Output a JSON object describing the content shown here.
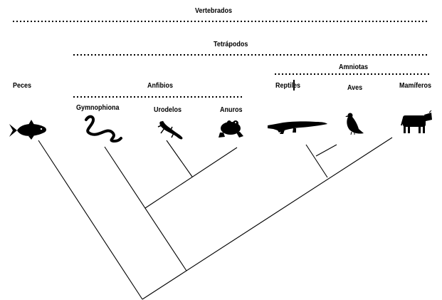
{
  "groups": {
    "vertebrados": "Vertebrados",
    "tetrapodos": "Tetrápodos",
    "amniotas": "Amniotas",
    "anfibios": "Anfibios"
  },
  "taxa": {
    "peces": "Peces",
    "gymnophiona": "Gymnophiona",
    "urodelos": "Urodelos",
    "anuros": "Anuros",
    "reptiles": "Reptiles",
    "aves": "Aves",
    "mamiferos": "Mamíferos"
  },
  "icons": [
    "fish-icon",
    "caecilian-icon",
    "salamander-icon",
    "frog-icon",
    "crocodile-icon",
    "bird-icon",
    "cow-icon"
  ],
  "colors": {
    "ink": "#000000",
    "background": "#ffffff"
  }
}
